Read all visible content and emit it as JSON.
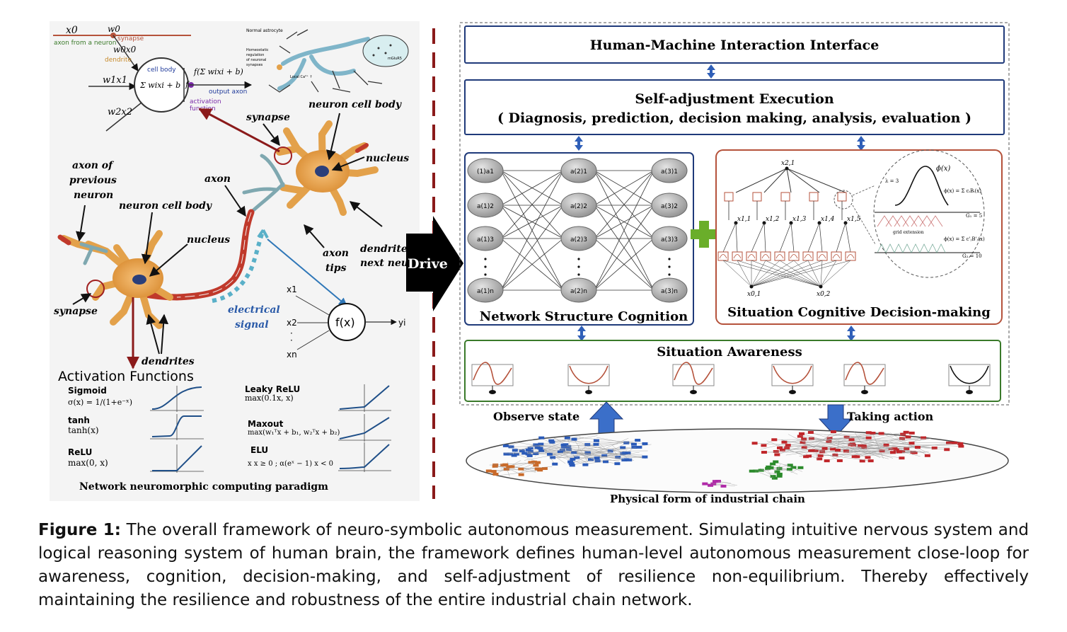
{
  "left_panel": {
    "perceptron": {
      "x0": "x0",
      "w0": "w0",
      "synapse": "synapse",
      "axon_from": "axon from a neuron",
      "w0x0": "w0x0",
      "dendrite": "dendrite",
      "cell_body": "cell body",
      "w1x1": "w1x1",
      "w2x2": "w2x2",
      "sum_expr": "Σ wixi + b",
      "f": "f",
      "f_expr": "f(Σ wixi + b)",
      "output_axon": "output axon",
      "activation": "activation",
      "function": "function"
    },
    "astrocyte": {
      "title": "Normal astrocyte",
      "text1": "Homeostatic",
      "text2": "regulation",
      "text3": "of neuronal",
      "text4": "synapses",
      "local": "Local Ca²⁺ ↑",
      "mglu": "mGluR5"
    },
    "neuron_labels": {
      "neuron_cell_body_top": "neuron cell body",
      "synapse_top": "synapse",
      "nucleus_top": "nucleus",
      "axon_prev_1": "axon of",
      "axon_prev_2": "previous",
      "axon_prev_3": "neuron",
      "neuron_cell_body": "neuron cell body",
      "nucleus": "nucleus",
      "axon": "axon",
      "axon_tips_1": "axon",
      "axon_tips_2": "tips",
      "dendrites_next_1": "dendrites of",
      "dendrites_next_2": "next neuron",
      "synapse": "synapse",
      "electrical_1": "electrical",
      "electrical_2": "signal",
      "dendrites": "dendrites"
    },
    "fx_node": {
      "x1": "x1",
      "x2": "x2",
      "dots": "·",
      "xn": "xn",
      "fx": "f(x)",
      "yi": "yi"
    },
    "activation": {
      "title": "Activation Functions",
      "items": [
        {
          "name": "Sigmoid",
          "formula": "σ(x) = 1/(1+e⁻ˣ)"
        },
        {
          "name": "tanh",
          "formula": "tanh(x)"
        },
        {
          "name": "ReLU",
          "formula": "max(0, x)"
        },
        {
          "name": "Leaky ReLU",
          "formula": "max(0.1x, x)"
        },
        {
          "name": "Maxout",
          "formula": "max(w₁ᵀx + b₁, w₂ᵀx + b₂)"
        },
        {
          "name": "ELU",
          "formula": "x  x ≥ 0 ; α(eˣ − 1)  x < 0"
        }
      ]
    },
    "caption": "Network neuromorphic computing paradigm"
  },
  "drive_label": "Drive",
  "right_panel": {
    "hmi": "Human-Machine Interaction Interface",
    "self_adjust_title": "Self-adjustment Execution",
    "self_adjust_sub": "( Diagnosis, prediction, decision making, analysis, evaluation )",
    "network_title": "Network Structure Cognition",
    "nodes": {
      "layer1": [
        "(1)a1",
        "a(1)2",
        "a(1)3",
        "a(1)n"
      ],
      "layer2": [
        "a(2)1",
        "a(2)2",
        "a(2)3",
        "a(2)n"
      ],
      "layer3": [
        "a(3)1",
        "a(3)2",
        "a(3)3",
        "a(3)n"
      ]
    },
    "situation_cog_title": "Situation Cognitive Decision-making",
    "tree": {
      "root": "x2,1",
      "mid": [
        "x1,1",
        "x1,2",
        "x1,3",
        "x1,4",
        "x1,5"
      ],
      "bottom": [
        "x0,1",
        "x0,2"
      ],
      "phi": "ϕ(x)",
      "lambda": "λ = 3",
      "phi1": "ϕ(x) = Σ cᵢBᵢ(x)",
      "g1": "G₁ = 5",
      "grid": "grid extension",
      "phi2": "ϕ(x) = Σ c'ⱼB'ⱼ(x)",
      "g2": "G₂ = 10"
    },
    "awareness_title": "Situation Awareness",
    "observe": "Observe state",
    "taking": "Taking action",
    "physical": "Physical form of industrial chain"
  },
  "figure_caption": {
    "label": "Figure 1:",
    "text": "The overall framework of neuro-symbolic autonomous measurement. Simulating intuitive nervous system and logical reasoning system of human brain, the framework defines human-level autonomous measurement close-loop for awareness, cognition, decision-making, and self-adjustment of resilience non-equilibrium. Thereby effectively maintaining the resilience and robustness of the entire industrial chain network."
  },
  "colors": {
    "box_border": "#1f3a7a",
    "net_border": "#1f3a7a",
    "situation_border": "#b5523b",
    "awareness_border": "#3a7a2a",
    "arrow_blue": "#2f5fb8",
    "plus_green": "#6aae2a",
    "dash_red": "#8b1a1a",
    "neuron_orange": "#e3a14a"
  }
}
